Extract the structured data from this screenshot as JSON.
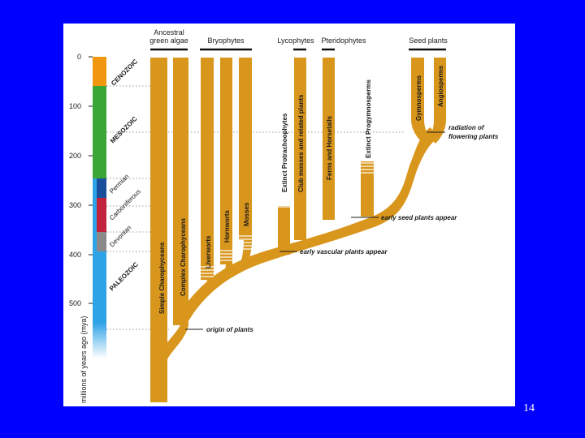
{
  "slide_number": "14",
  "colors": {
    "branch": "#d9961c",
    "cenozoic": "#f0960f",
    "mesozoic": "#3aa637",
    "permian": "#1a4f9c",
    "carboniferous": "#c2223c",
    "devonian": "#8a8a8a",
    "paleozoic": "#2ea3e6",
    "label": "#1a1a1a"
  },
  "axis": {
    "label": "millions of years ago (mya)",
    "ticks": [
      "0",
      "100",
      "200",
      "300",
      "400",
      "500"
    ]
  },
  "eras": {
    "cenozoic": "CENOZOIC",
    "mesozoic": "MESOZOIC",
    "paleozoic": "PALEOZOIC",
    "permian": "Permian",
    "carboniferous": "Carboniferous",
    "devonian": "Devonian"
  },
  "groups": {
    "ancestral_line1": "Ancestral",
    "ancestral_line2": "green algae",
    "bryophytes": "Bryophytes",
    "lycophytes": "Lycophytes",
    "pteridophytes": "Pteridophytes",
    "seed_plants": "Seed plants"
  },
  "lineages": {
    "simple_charophyceans": "Simple Charophyceans",
    "complex_charophyceans": "Complex Charophyceans",
    "liverworts": "Liverworts",
    "hornworts": "Hornworts",
    "mosses": "Mosses",
    "extinct_protracheophytes": "Extinct Protrachoophytes",
    "club_mosses": "Club mosses and related plants",
    "ferns_horsetails": "Ferns and Horsetails",
    "extinct_progymnosperms": "Extinct Progymnosperms",
    "gymnosperms": "Gymnosperms",
    "angiosperms": "Angiosperms"
  },
  "events": {
    "origin": "origin of plants",
    "vascular": "early vascular plants appear",
    "seed": "early seed plants appear",
    "flowering_line1": "radiation of",
    "flowering_line2": "flowering plants"
  }
}
